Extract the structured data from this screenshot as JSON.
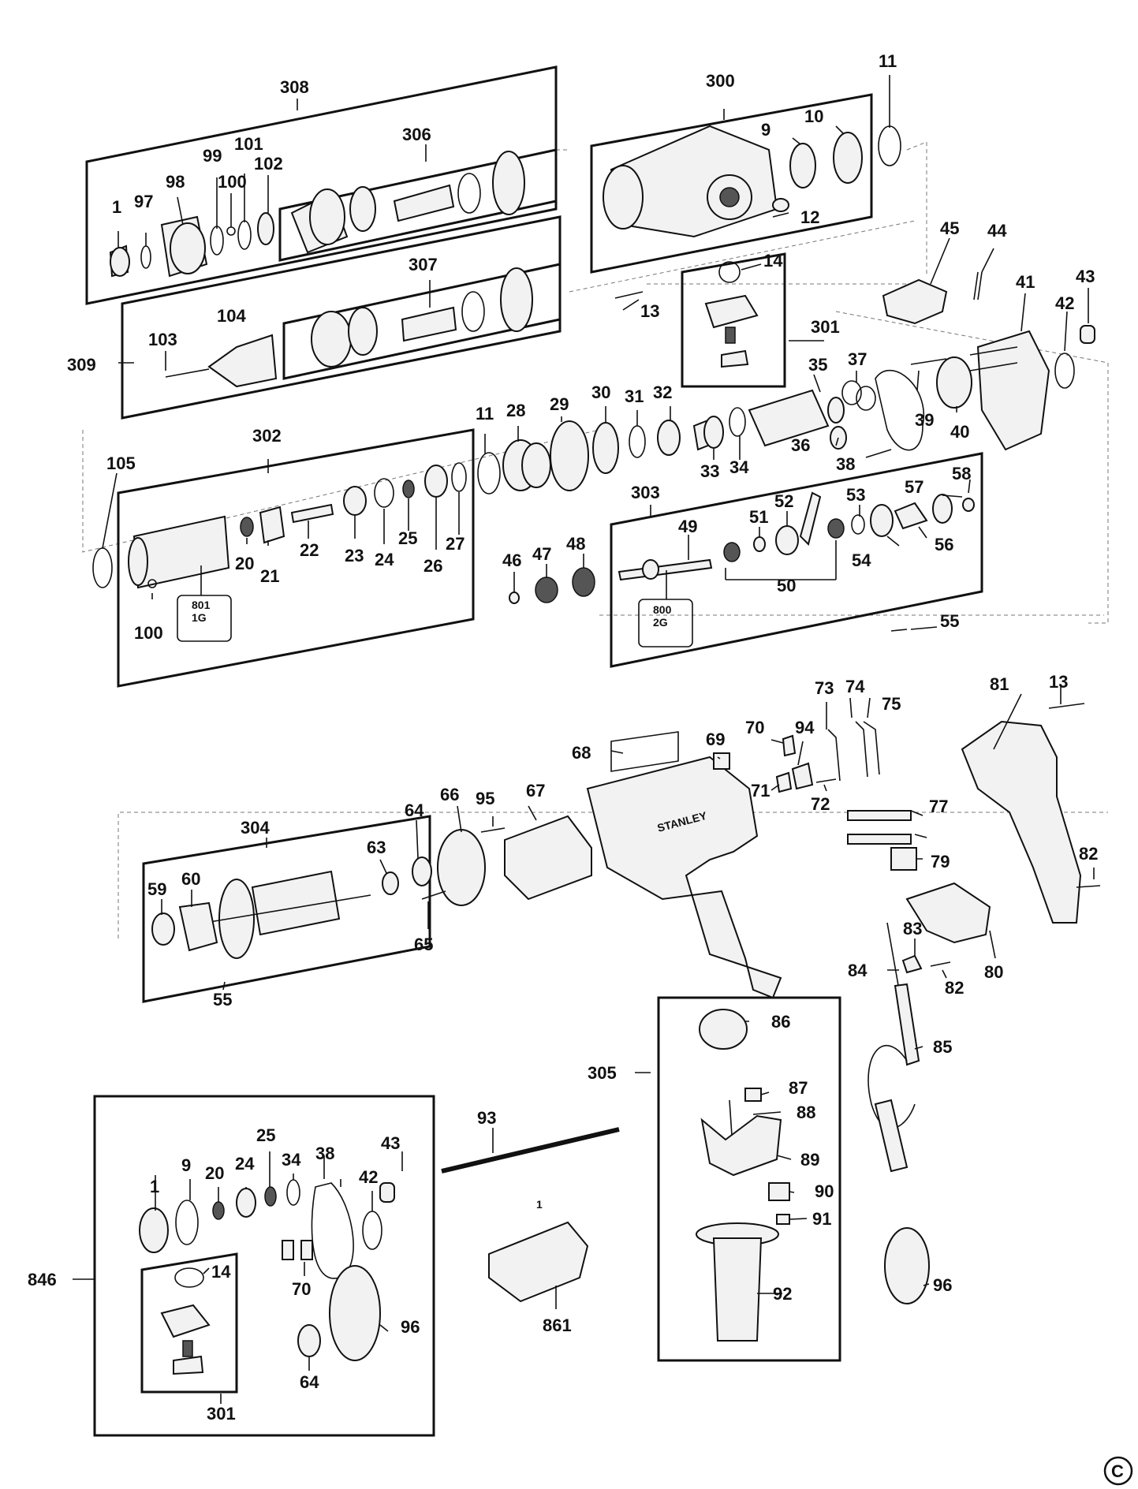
{
  "labels": {
    "l308": "308",
    "l300": "300",
    "l11a": "11",
    "l9a": "9",
    "l10": "10",
    "l306": "306",
    "l99": "99",
    "l101": "101",
    "l100a": "100",
    "l102": "102",
    "l98": "98",
    "l97": "97",
    "l1a": "1",
    "l12": "12",
    "l307": "307",
    "l104": "104",
    "l103": "103",
    "l309": "309",
    "l14a": "14",
    "l13a": "13",
    "l301a": "301",
    "l45": "45",
    "l44": "44",
    "l41": "41",
    "l43a": "43",
    "l42a": "42",
    "l37": "37",
    "l35": "35",
    "l39": "39",
    "l40": "40",
    "l36": "36",
    "l38a": "38",
    "l11b": "11",
    "l28": "28",
    "l29": "29",
    "l30": "30",
    "l31": "31",
    "l32": "32",
    "l33": "33",
    "l34a": "34",
    "l105": "105",
    "l302": "302",
    "l20a": "20",
    "l21": "21",
    "l22": "22",
    "l23": "23",
    "l24a": "24",
    "l25a": "25",
    "l26": "26",
    "l27": "27",
    "l100b": "100",
    "l303": "303",
    "l49": "49",
    "l51": "51",
    "l52": "52",
    "l53": "53",
    "l57": "57",
    "l58": "58",
    "l46": "46",
    "l47": "47",
    "l48": "48",
    "l50": "50",
    "l54": "54",
    "l56": "56",
    "l55a": "55",
    "l81": "81",
    "l13b": "13",
    "l73": "73",
    "l74": "74",
    "l75": "75",
    "l70a": "70",
    "l94": "94",
    "l69": "69",
    "l68": "68",
    "l71": "71",
    "l72": "72",
    "l66": "66",
    "l67": "67",
    "l95": "95",
    "l64a": "64",
    "l77": "77",
    "l304": "304",
    "l63": "63",
    "l79": "79",
    "l82a": "82",
    "l59": "59",
    "l60": "60",
    "l65": "65",
    "l80": "80",
    "l83": "83",
    "l84": "84",
    "l82b": "82",
    "l55b": "55",
    "l86": "86",
    "l85": "85",
    "l305": "305",
    "l87": "87",
    "l88": "88",
    "l93": "93",
    "l89": "89",
    "l90": "90",
    "l91": "91",
    "l92": "92",
    "l96a": "96",
    "l25b": "25",
    "l43b": "43",
    "l9b": "9",
    "l24b": "24",
    "l34b": "34",
    "l38b": "38",
    "l20b": "20",
    "l42b": "42",
    "l1b": "1",
    "l846": "846",
    "l14b": "14",
    "l70b": "70",
    "l96b": "96",
    "l64b": "64",
    "l301b": "301",
    "l861": "861",
    "l1c": "1"
  },
  "tags": {
    "t801a": "801",
    "t801b": "1G",
    "t800a": "800",
    "t800b": "2G"
  },
  "brand": "STANLEY",
  "copyright": "C",
  "colors": {
    "line": "#111111",
    "fill": "#f2f2f2",
    "shade": "#555555",
    "background": "#ffffff"
  }
}
